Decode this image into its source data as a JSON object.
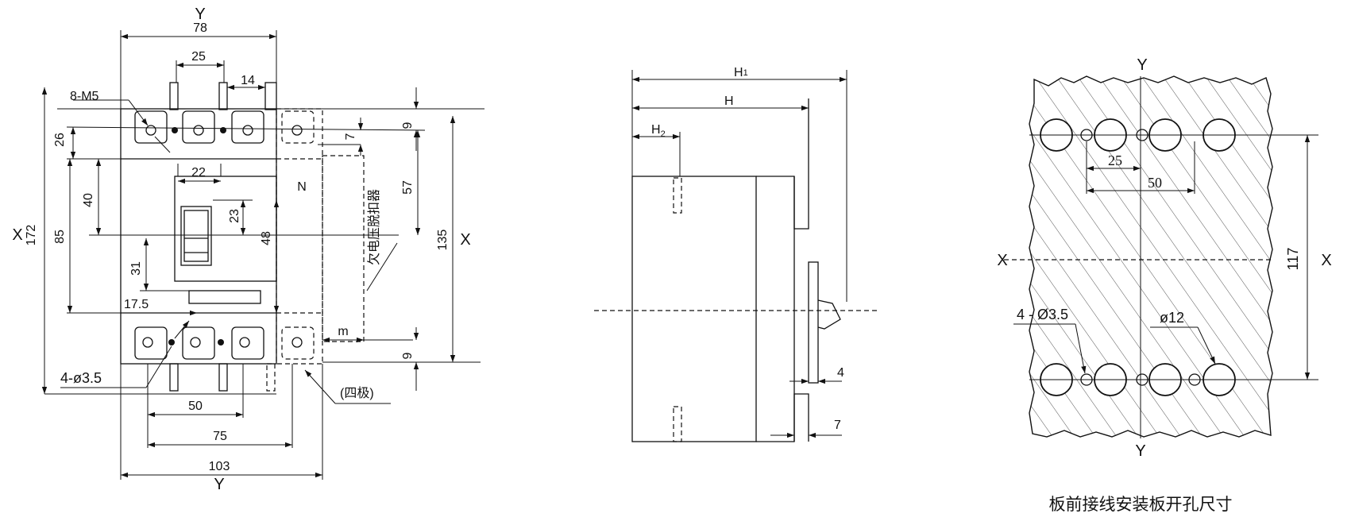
{
  "front_view": {
    "axis_y_top": "Y",
    "axis_y_bottom": "Y",
    "axis_x_left": "X",
    "axis_x_right": "X",
    "dim_78": "78",
    "dim_25": "25",
    "dim_14": "14",
    "label_8m5": "8-M5",
    "dim_9_top": "9",
    "dim_26": "26",
    "dim_7": "7",
    "dim_22": "22",
    "label_n": "N",
    "dim_40": "40",
    "dim_23": "23",
    "dim_57": "57",
    "dim_172": "172",
    "dim_85": "85",
    "dim_48": "48",
    "dim_135": "135",
    "label_undervoltage": "欠电压脱扣器",
    "dim_31": "31",
    "dim_17_5": "17.5",
    "dim_m": "m",
    "dim_9_bottom": "9",
    "label_4phi": "4-ø3.5",
    "label_four_pole": "(四极)",
    "dim_50": "50",
    "dim_75": "75",
    "dim_103": "103"
  },
  "side_view": {
    "label_h1": "H",
    "label_h1_sub": "1",
    "label_h": "H",
    "label_h2": "H",
    "label_h2_sub": "2",
    "dim_4": "4",
    "dim_7": "7"
  },
  "cutout_view": {
    "axis_y_top": "Y",
    "axis_y_bottom": "Y",
    "axis_x_left": "X",
    "axis_x_right": "X",
    "dim_25": "25",
    "dim_50": "50",
    "dim_117": "117",
    "label_4phi": "4 - Ø3.5",
    "label_phi12": "ø12",
    "caption": "板前接线安装板开孔尺寸"
  }
}
